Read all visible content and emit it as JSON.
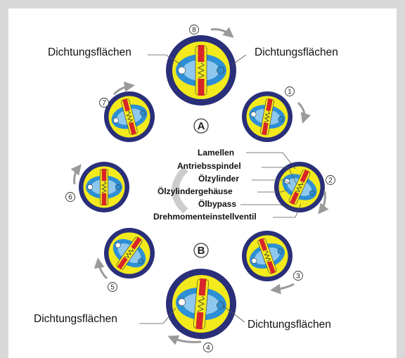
{
  "labels": {
    "top_left": "Dichtungsflächen",
    "top_right": "Dichtungsflächen",
    "bottom_left": "Dichtungsflächen",
    "bottom_right": "Dichtungsflächen"
  },
  "parts": [
    "Lamellen",
    "Antriebsspindel",
    "Ölzylinder",
    "Ölzylindergehäuse",
    "Ölbypass",
    "Drehmomenteinstellventil"
  ],
  "markers": {
    "a": "A",
    "b": "B"
  },
  "steps": [
    "1",
    "2",
    "3",
    "4",
    "5",
    "6",
    "7",
    "8"
  ],
  "colors": {
    "housing": "#2a2f7a",
    "body": "#f2ea1c",
    "oil": "#2d8fd5",
    "blade": "#d8252a",
    "arrow": "#9a9a9a"
  }
}
